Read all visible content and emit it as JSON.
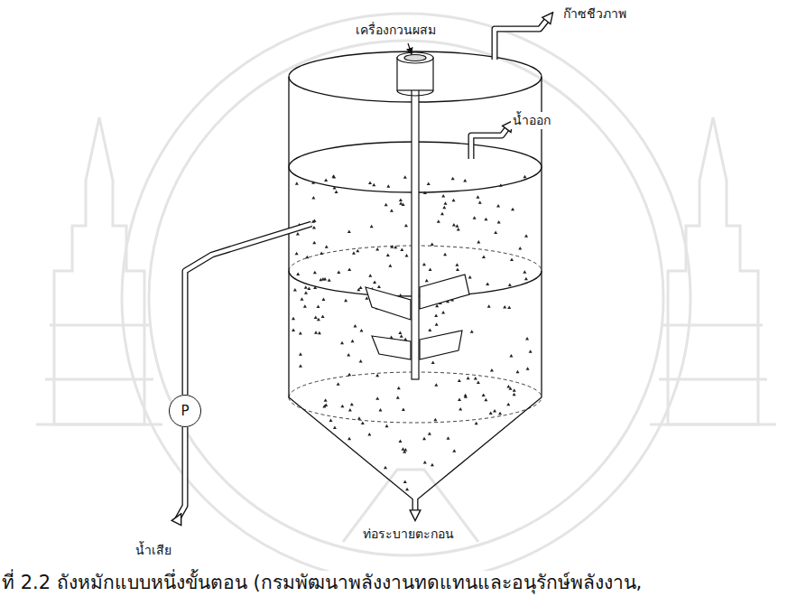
{
  "diagram": {
    "caption": "ที่ 2.2 ถังหมักแบบหนึ่งขั้นตอน (กรมพัฒนาพลังงานทดแทนและอนุรักษ์พลังงาน,",
    "nodes": [
      {
        "text": [
          "P"
        ]
      }
    ],
    "labels": [
      "ก๊าซชีวภาพ",
      "เครื่องกวนผสม",
      "น้ำออก",
      "ท่อระบายตะกอน",
      "น้ำเสีย"
    ]
  }
}
